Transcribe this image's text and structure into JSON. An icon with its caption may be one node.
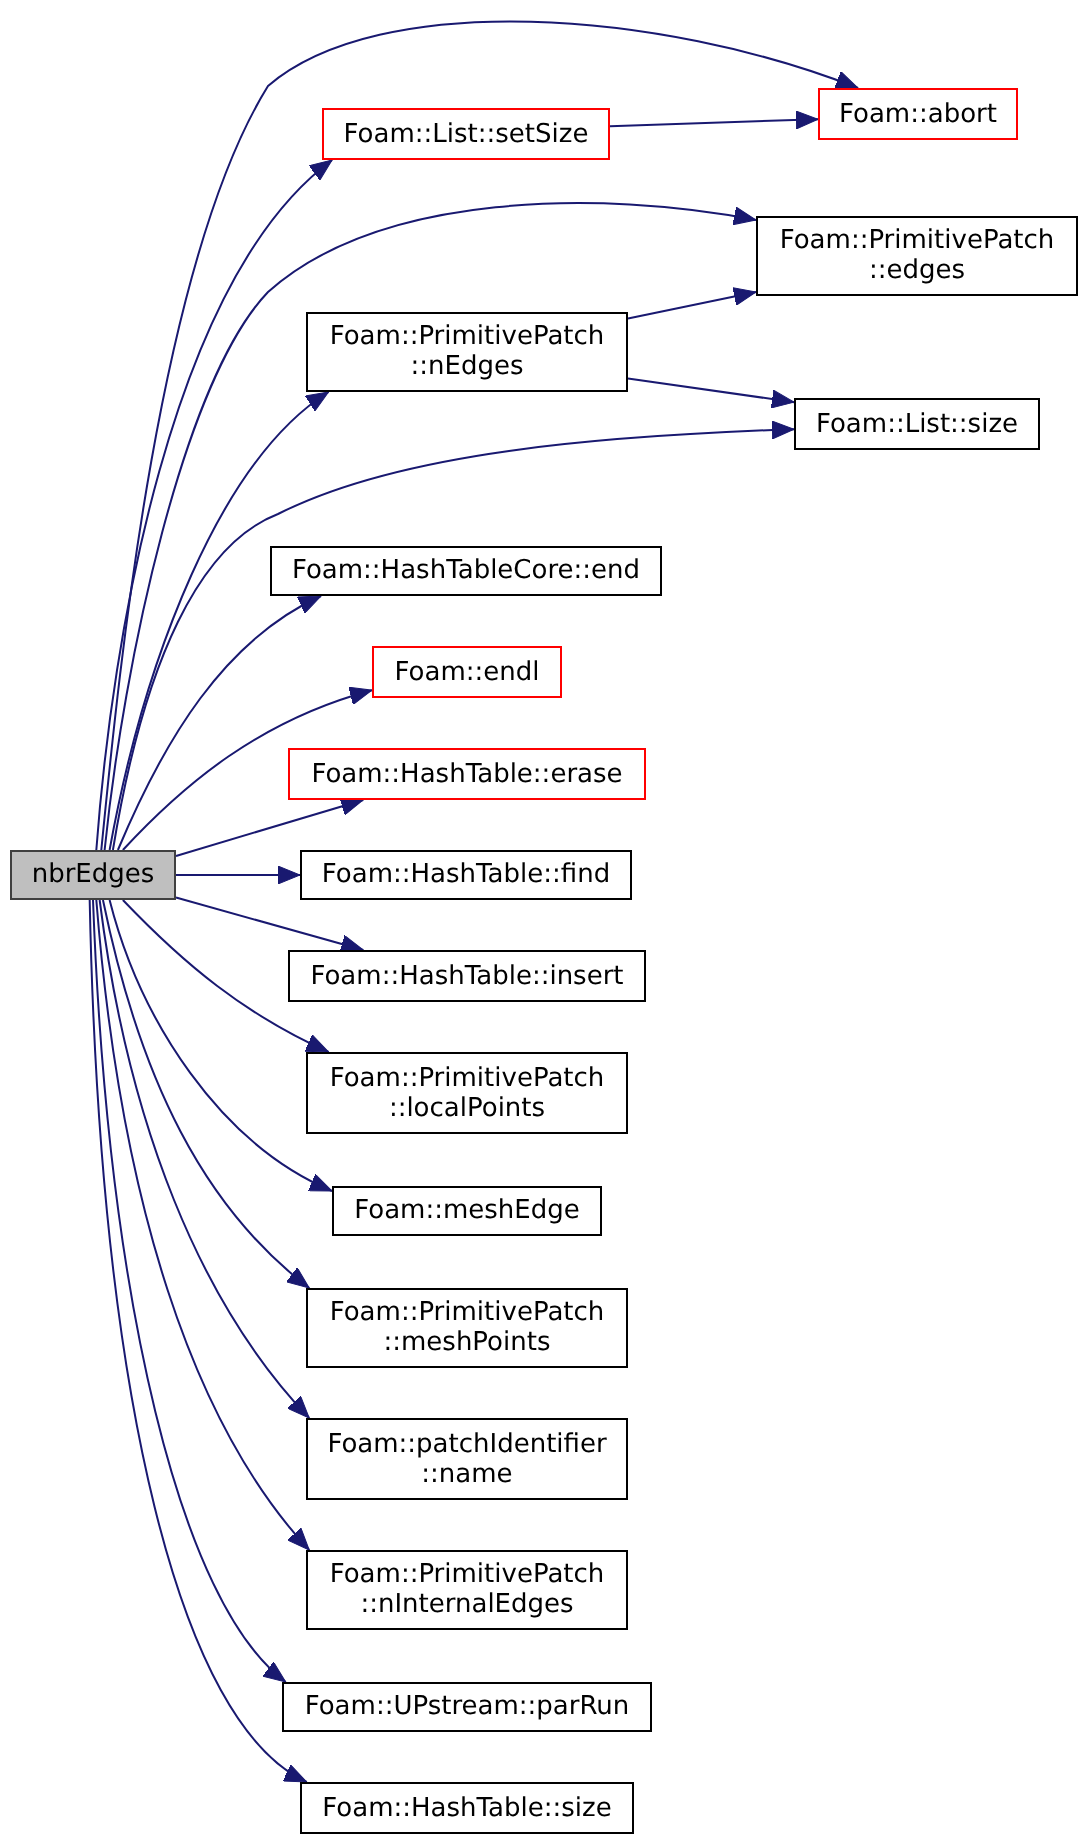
{
  "diagram": {
    "nodes": [
      {
        "text": [
          "nbrEdges"
        ]
      },
      {
        "text": [
          "Foam::List::setSize"
        ]
      },
      {
        "text": [
          "Foam::abort"
        ]
      },
      {
        "text": [
          "Foam::PrimitivePatch ::edges"
        ]
      },
      {
        "text": [
          "Foam::PrimitivePatch ::nEdges"
        ]
      },
      {
        "text": [
          "Foam::List::size"
        ]
      },
      {
        "text": [
          "Foam::HashTableCore::end"
        ]
      },
      {
        "text": [
          "Foam::endl"
        ]
      },
      {
        "text": [
          "Foam::HashTable::erase"
        ]
      },
      {
        "text": [
          "Foam::HashTable::find"
        ]
      },
      {
        "text": [
          "Foam::HashTable::insert"
        ]
      },
      {
        "text": [
          "Foam::PrimitivePatch ::localPoints"
        ]
      },
      {
        "text": [
          "Foam::meshEdge"
        ]
      },
      {
        "text": [
          "Foam::PrimitivePatch ::meshPoints"
        ]
      },
      {
        "text": [
          "Foam::patchIdentifier ::name"
        ]
      },
      {
        "text": [
          "Foam::PrimitivePatch ::nInternalEdges"
        ]
      },
      {
        "text": [
          "Foam::UPstream::parRun"
        ]
      },
      {
        "text": [
          "Foam::HashTable::size"
        ]
      }
    ],
    "edges": [
      {
        "from": 0,
        "to": 2,
        "arrow": "to"
      },
      {
        "from": 0,
        "to": 1,
        "arrow": "to"
      },
      {
        "from": 1,
        "to": 2,
        "arrow": "to"
      },
      {
        "from": 0,
        "to": 3,
        "arrow": "to"
      },
      {
        "from": 0,
        "to": 4,
        "arrow": "to"
      },
      {
        "from": 4,
        "to": 3,
        "arrow": "to"
      },
      {
        "from": 4,
        "to": 5,
        "arrow": "to"
      },
      {
        "from": 0,
        "to": 5,
        "arrow": "to"
      },
      {
        "from": 0,
        "to": 6,
        "arrow": "to"
      },
      {
        "from": 0,
        "to": 7,
        "arrow": "to"
      },
      {
        "from": 0,
        "to": 8,
        "arrow": "to"
      },
      {
        "from": 0,
        "to": 9,
        "arrow": "to"
      },
      {
        "from": 0,
        "to": 10,
        "arrow": "to"
      },
      {
        "from": 0,
        "to": 11,
        "arrow": "to"
      },
      {
        "from": 0,
        "to": 12,
        "arrow": "to"
      },
      {
        "from": 0,
        "to": 13,
        "arrow": "to"
      },
      {
        "from": 0,
        "to": 14,
        "arrow": "to"
      },
      {
        "from": 0,
        "to": 15,
        "arrow": "to"
      },
      {
        "from": 0,
        "to": 16,
        "arrow": "to"
      },
      {
        "from": 0,
        "to": 17,
        "arrow": "to"
      }
    ]
  }
}
